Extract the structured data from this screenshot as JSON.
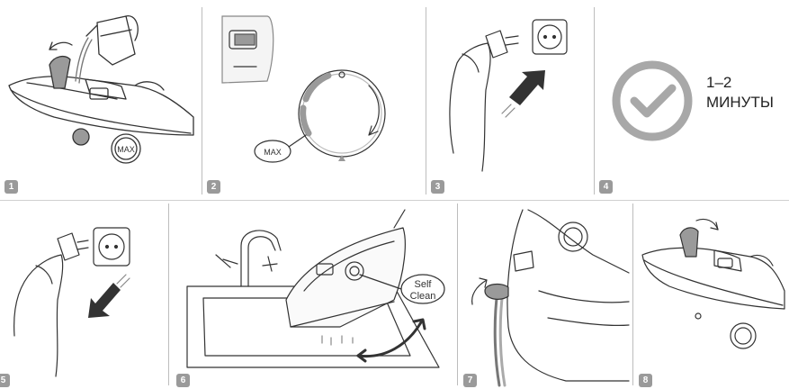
{
  "steps": [
    {
      "number": "1"
    },
    {
      "number": "2"
    },
    {
      "number": "3"
    },
    {
      "number": "4",
      "time_text": "1–2",
      "unit_text": "МИНУТЫ"
    },
    {
      "number": "5"
    },
    {
      "number": "6",
      "label_line1": "Self",
      "label_line2": "Clean"
    },
    {
      "number": "7"
    },
    {
      "number": "8"
    }
  ],
  "labels": {
    "max_step1": "MAX",
    "max_step2": "MAX"
  },
  "colors": {
    "line": "#333333",
    "gray": "#9a9a9a",
    "checkmark": "#a8a8a8",
    "separator": "#bdbdbd"
  }
}
